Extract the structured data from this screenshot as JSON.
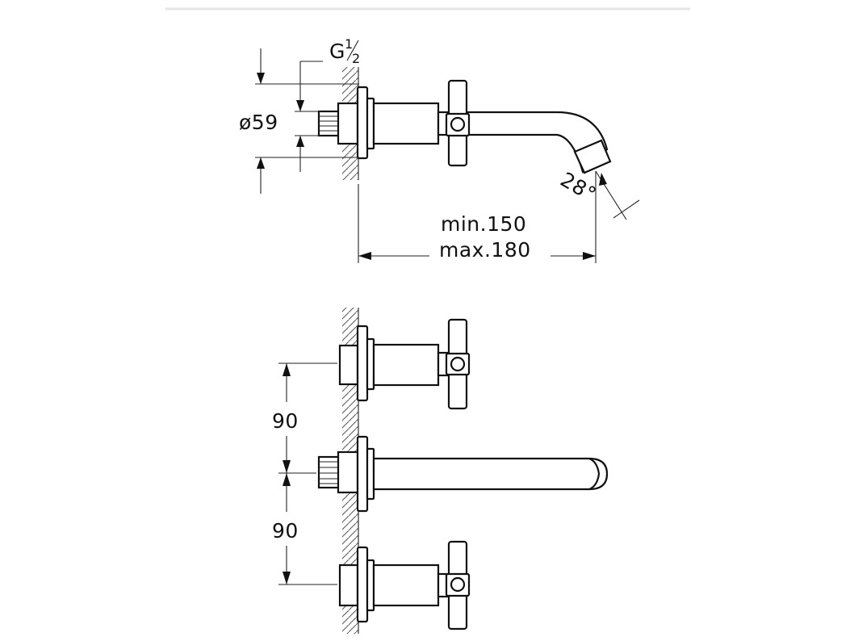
{
  "top_view": {
    "thread_label_g": "G",
    "thread_label_num": "1",
    "thread_label_den": "2",
    "diameter_label": "ø59",
    "angle_label": "28°",
    "reach_min": "min.150",
    "reach_max": "max.180"
  },
  "front_view": {
    "spacing_upper": "90",
    "spacing_lower": "90"
  }
}
